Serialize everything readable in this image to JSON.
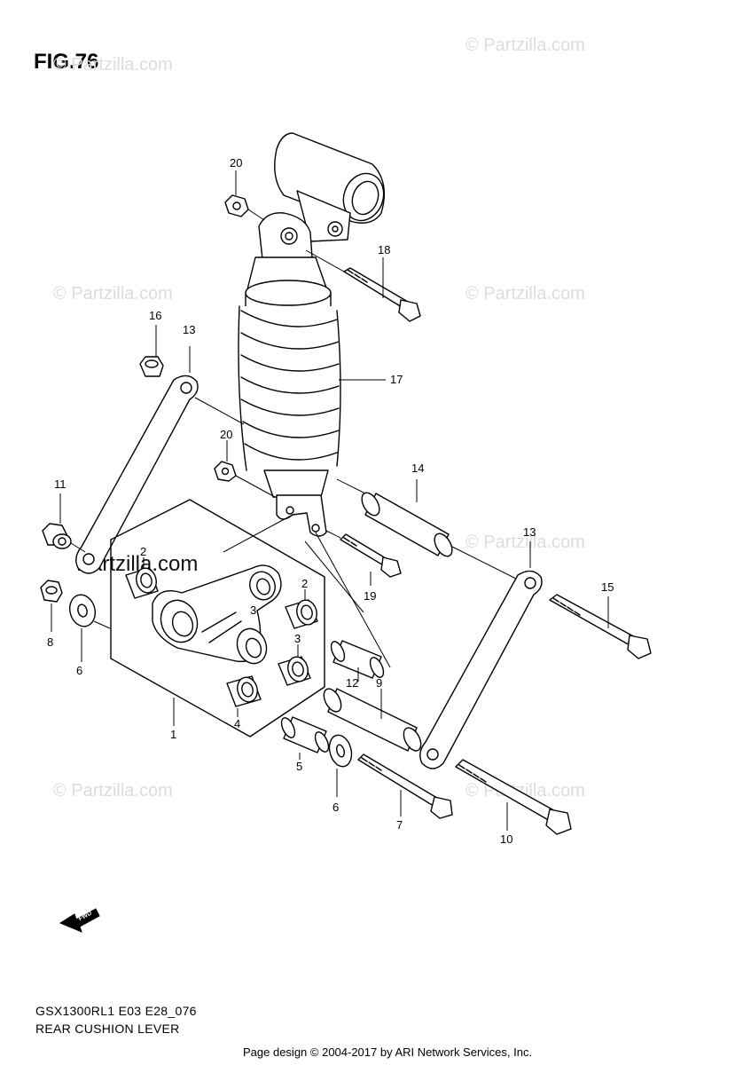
{
  "figure": {
    "title": "FIG.76"
  },
  "watermark_text": "© Partzilla.com",
  "watermark_text_dark": "Partzilla.com",
  "callouts": {
    "c1": "1",
    "c2a": "2",
    "c2b": "2",
    "c3a": "3",
    "c3b": "3",
    "c4": "4",
    "c5": "5",
    "c6a": "6",
    "c6b": "6",
    "c7": "7",
    "c8": "8",
    "c9": "9",
    "c10": "10",
    "c11": "11",
    "c12": "12",
    "c13a": "13",
    "c13b": "13",
    "c14": "14",
    "c15": "15",
    "c16": "16",
    "c17": "17",
    "c18": "18",
    "c19": "19",
    "c20a": "20",
    "c20b": "20"
  },
  "fwd_label": "FWD",
  "model_code": "GSX1300RL1 E03 E28_076",
  "section_name": "REAR CUSHION LEVER",
  "footer": "Page design © 2004-2017 by ARI Network Services, Inc."
}
